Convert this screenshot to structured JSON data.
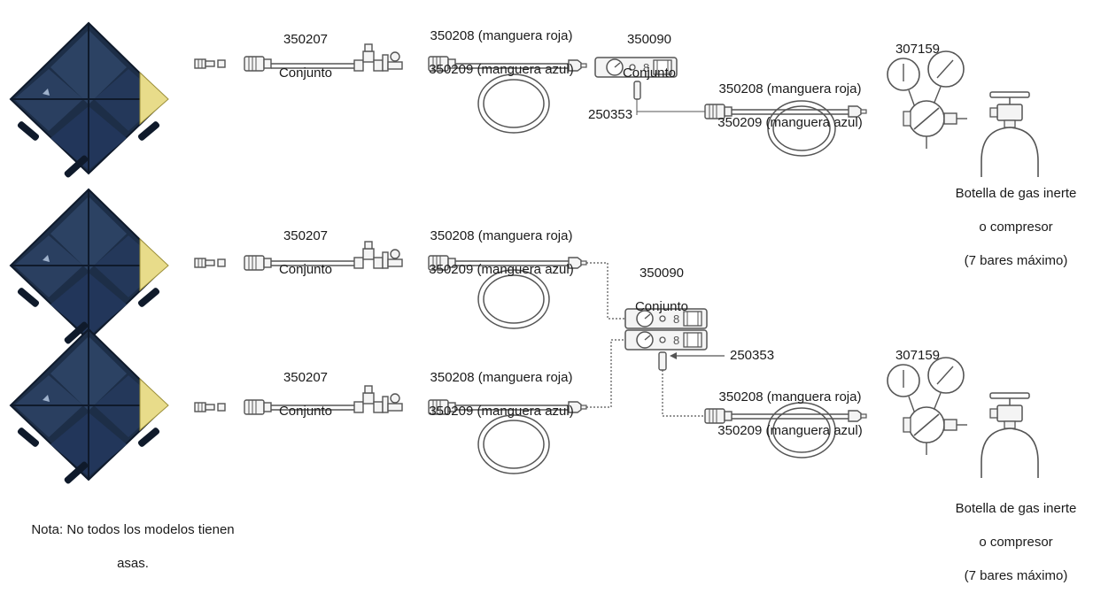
{
  "colors": {
    "bag_dark": "#1d2e47",
    "bag_mid": "#2c4263",
    "bag_edge": "#0f1a2b",
    "bag_label": "#e8dc8a",
    "line": "#555555",
    "hose_fill": "#f4f4f4"
  },
  "row1": {
    "assembly_part": "350207",
    "assembly_name": "Conjunto",
    "hose_red": "350208 (manguera roja)",
    "hose_blue": "350209 (manguera azul)",
    "controller_part": "350090",
    "controller_name": "Conjunto",
    "valve_part": "250353",
    "supply_hose_red": "350208 (manguera roja)",
    "supply_hose_blue": "350209 (manguera azul)",
    "regulator_part": "307159",
    "source_line1": "Botella de gas inerte",
    "source_line2": "o compresor",
    "source_line3": "(7 bares máximo)"
  },
  "row2": {
    "assembly_part": "350207",
    "assembly_name": "Conjunto",
    "hose_red": "350208 (manguera roja)",
    "hose_blue": "350209 (manguera azul)"
  },
  "row3": {
    "assembly_part": "350207",
    "assembly_name": "Conjunto",
    "hose_red": "350208 (manguera roja)",
    "hose_blue": "350209 (manguera azul)"
  },
  "dual": {
    "controller_part": "350090",
    "controller_name": "Conjunto",
    "valve_part": "250353",
    "supply_hose_red": "350208 (manguera roja)",
    "supply_hose_blue": "350209 (manguera azul)",
    "regulator_part": "307159",
    "source_line1": "Botella de gas inerte",
    "source_line2": "o compresor",
    "source_line3": "(7 bares máximo)"
  },
  "note": {
    "line1": "Nota: No todos los modelos tienen",
    "line2": "asas."
  }
}
